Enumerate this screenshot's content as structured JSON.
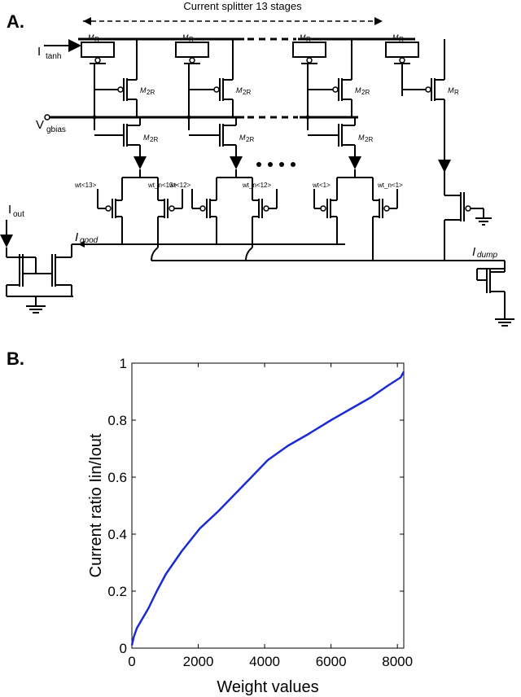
{
  "panel_a": {
    "label": "A.",
    "title": "Current splitter 13 stages",
    "labels": {
      "i_tanh_main": "I",
      "i_tanh_sub": "tanh",
      "v_gbias_main": "V",
      "v_gbias_sub": "gbias",
      "i_out_main": "I",
      "i_out_sub": "out",
      "i_good_main": "I",
      "i_good_sub": "good",
      "i_dump_main": "I",
      "i_dump_sub": "dump",
      "mr": "M",
      "mr_sub": "R",
      "m2r": "M",
      "m2r_sub": "2R",
      "wt13": "wt<13>",
      "wtn13": "wt_n<13>",
      "wt12": "wt<12>",
      "wtn12": "wt_n<12>",
      "wt1": "wt<1>",
      "wtn1": "wt_n<1>"
    }
  },
  "panel_b": {
    "label": "B.",
    "chart_data": {
      "type": "line",
      "title": "",
      "xlabel": "Weight values",
      "ylabel": "Current ratio Iin/Iout",
      "xlim": [
        0,
        8192
      ],
      "ylim": [
        0,
        1
      ],
      "xticks": [
        0,
        2000,
        4000,
        6000,
        8000
      ],
      "yticks": [
        0,
        0.2,
        0.4,
        0.6,
        0.8,
        1
      ],
      "xtick_labels": [
        "0",
        "2000",
        "4000",
        "6000",
        "8000"
      ],
      "ytick_labels": [
        "0",
        "0.2",
        "0.4",
        "0.6",
        "0.8",
        "1"
      ],
      "grid": false,
      "line_color": "#1a2bd6",
      "series": [
        {
          "x": [
            0,
            60,
            150,
            300,
            500,
            750,
            1024,
            1500,
            2048,
            2600,
            3100,
            3600,
            4096,
            4700,
            5300,
            6000,
            6600,
            7200,
            7700,
            8100,
            8192
          ],
          "y": [
            0.01,
            0.04,
            0.07,
            0.1,
            0.14,
            0.2,
            0.26,
            0.34,
            0.42,
            0.48,
            0.54,
            0.6,
            0.66,
            0.71,
            0.75,
            0.8,
            0.84,
            0.88,
            0.92,
            0.95,
            0.97
          ]
        }
      ]
    }
  }
}
